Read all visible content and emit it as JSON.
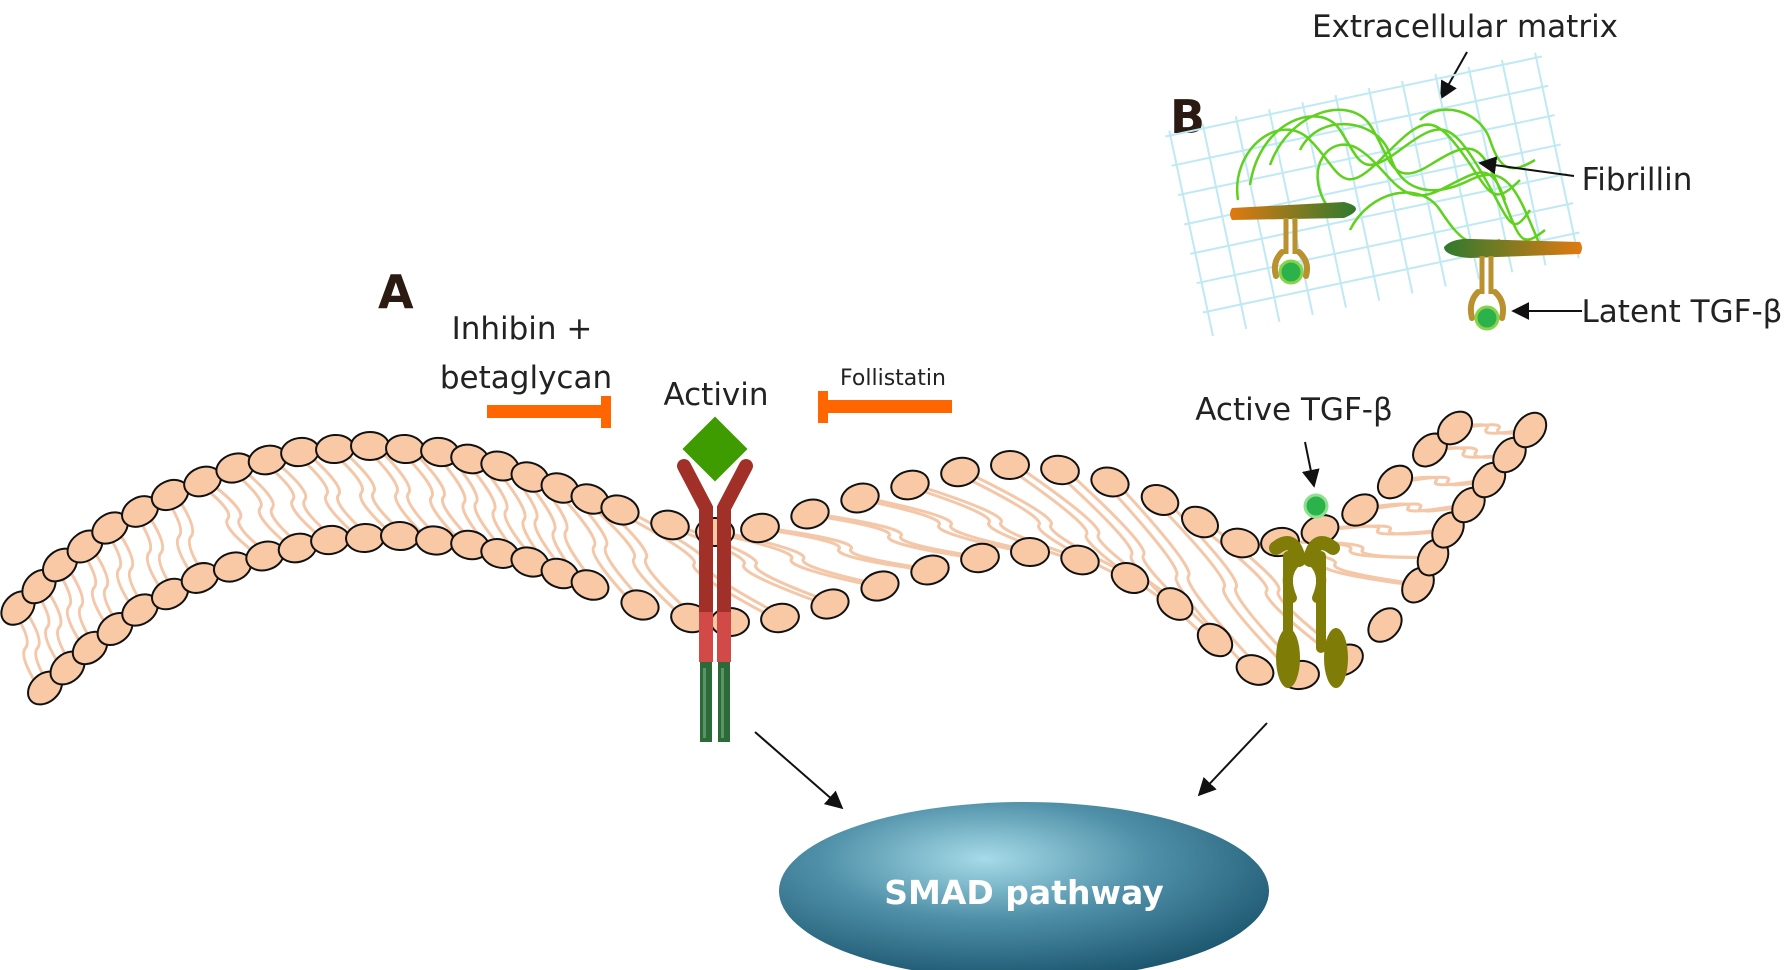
{
  "panels": {
    "a": "A",
    "b": "B"
  },
  "labels": {
    "inhibin_line1": "Inhibin  +",
    "inhibin_line2": "betaglycan",
    "activin": "Activin",
    "follistatin": "Follistatin",
    "active_tgf": "Active TGF-β",
    "extracellular_matrix": "Extracellular matrix",
    "fibrillin": "Fibrillin",
    "latent_tgf": "Latent TGF-β",
    "smad": "SMAD pathway"
  },
  "colors": {
    "lipid_head": "#f9c9a5",
    "lipid_tail": "#f4c7a8",
    "inhibitor": "#ff6600",
    "activin": "#3f9c00",
    "receptor_outer": "#a03028",
    "receptor_tm": "#d24a48",
    "receptor_inner": "#2d6a3a",
    "tgf_receptor": "#7f7d08",
    "tgf_ligand": "#2bb24a",
    "fibrillin": "#5fd11e",
    "matrix_grid": "#bfe9f3",
    "smad_center": "#a6dbe8",
    "smad_edge": "#144d66"
  }
}
